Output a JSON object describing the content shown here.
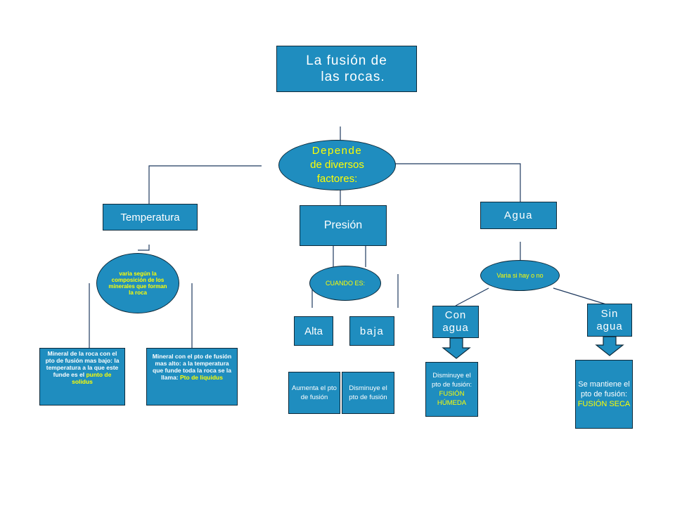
{
  "colors": {
    "node": "#1f8dbf",
    "border": "#0f2a3a",
    "highlight": "#ffff00",
    "text": "#ffffff",
    "line": "#1f3a5f"
  },
  "title": {
    "line1": "La fusión de",
    "line2": "las rocas."
  },
  "depends": {
    "line1": "Depende",
    "line2": "de diversos",
    "line3": "factores:"
  },
  "factors": {
    "temperature": "Temperatura",
    "pressure": "Presión",
    "water": "Agua"
  },
  "temperature": {
    "oval": "varia según la composición de los minerales que forman la roca",
    "solidus_text": "Mineral de la roca con el pto de fusión mas bajo: la temperatura a la que este funde es el",
    "solidus_term": "punto de solidus",
    "liquidus_text": "Mineral con el pto de fusión mas alto: a la temperatura que funde toda la roca se la llama:",
    "liquidus_term": "Pto de liquidus"
  },
  "pressure": {
    "oval": "CUANDO ES:",
    "high": "Alta",
    "low": "baja",
    "high_effect": "Aumenta el pto de fusión",
    "low_effect": "Disminuye el pto de fusión"
  },
  "water": {
    "oval": "Varia si hay o no",
    "with_line1": "Con",
    "with_line2": "agua",
    "without_line1": "Sin",
    "without_line2": "agua",
    "with_effect": "Disminuye el pto de fusión:",
    "with_term": "FUSIÓN HÚMEDA",
    "without_effect": "Se mantiene el pto de fusión:",
    "without_term": "FUSIÓN SECA"
  }
}
